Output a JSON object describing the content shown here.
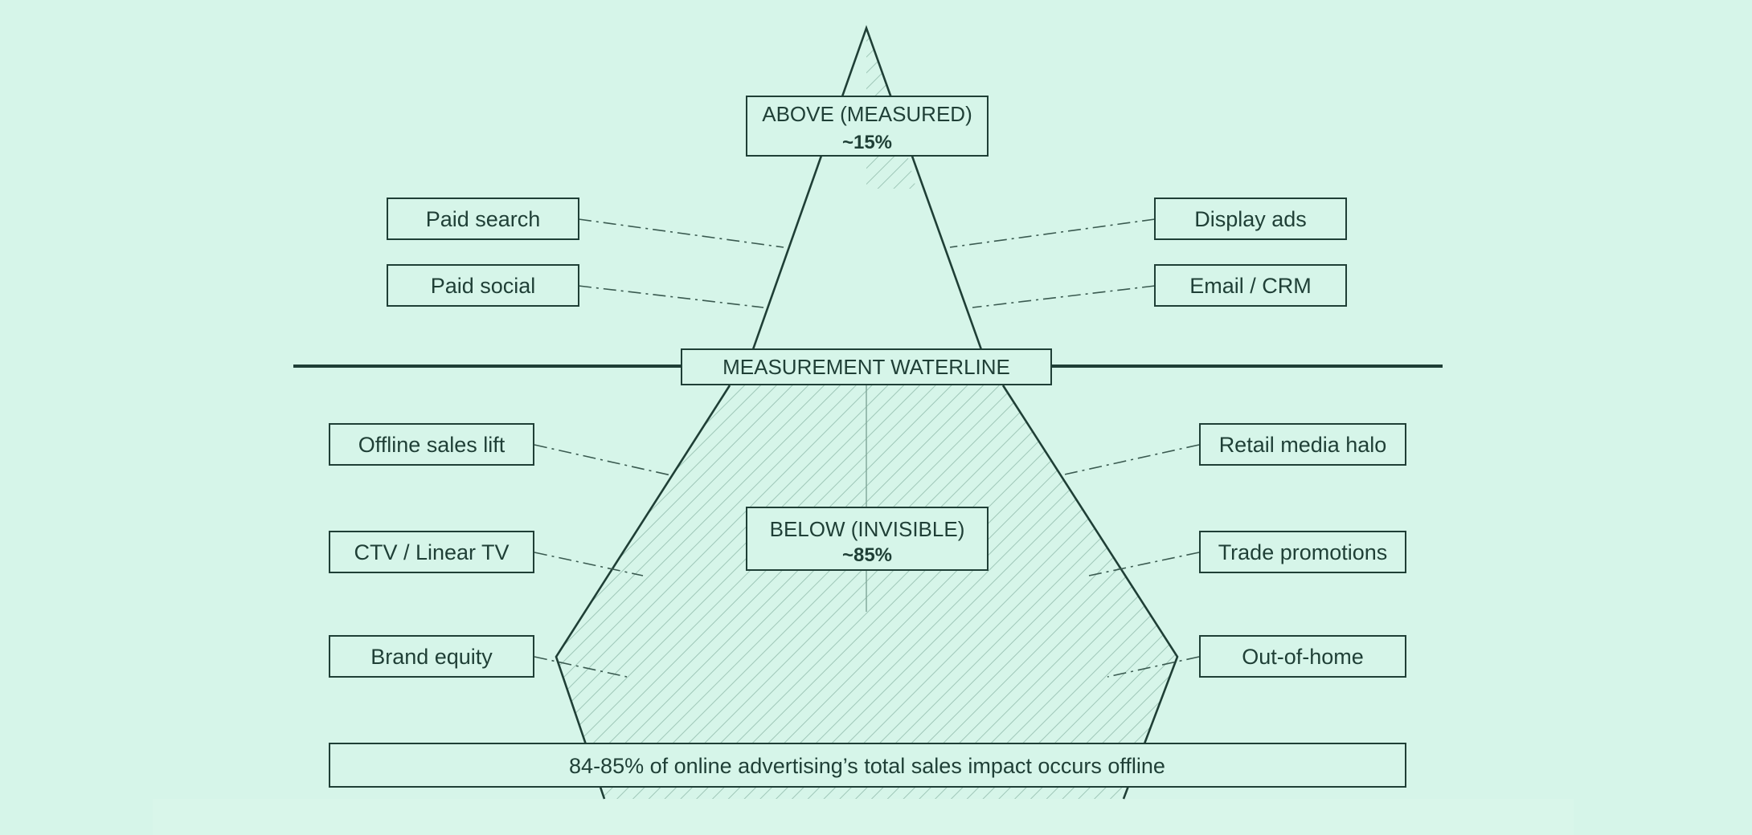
{
  "colors": {
    "background": "#d6f5e9",
    "ink": "#1f3f36",
    "hatch": "#9fc7b8",
    "bottom_band": "#d9f6ea"
  },
  "top": {
    "title": "ABOVE (MEASURED)",
    "value": "~15%"
  },
  "waterline": {
    "label": "MEASUREMENT WATERLINE"
  },
  "below": {
    "title": "BELOW (INVISIBLE)",
    "value": "~85%"
  },
  "channels": {
    "above_left": [
      "Paid search",
      "Paid social"
    ],
    "above_right": [
      "Display ads",
      "Email / CRM"
    ],
    "below_left": [
      "Offline sales lift",
      "CTV / Linear TV",
      "Brand equity"
    ],
    "below_right": [
      "Retail media halo",
      "Trade promotions",
      "Out-of-home"
    ]
  },
  "footer": {
    "note": "84-85% of online advertising’s total sales impact occurs offline"
  }
}
